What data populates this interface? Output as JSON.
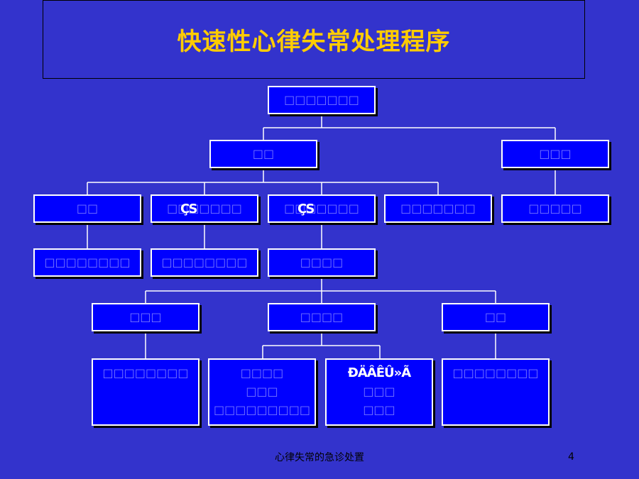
{
  "title": "快速性心律失常处理程序",
  "nodes": {
    "root": "□□□□□□□",
    "l1_left": "□□",
    "l1_right": "□□□",
    "l2_a": "□□",
    "l2_b": "□□□□□□□",
    "l2_b_overlay": "ÇS",
    "l2_c": "□□□□□□□",
    "l2_c_overlay": "ÇS",
    "l2_d": "□□□□□□□",
    "l2_e": "□□□□□",
    "l3_a": "□□□□□□□□",
    "l3_b": "□□□□□□□□",
    "l3_c": "□□□□",
    "l4_a": "□□□",
    "l4_b": "□□□□",
    "l4_c": "□□",
    "l5_a": "□□□□□□□□",
    "l5_b_line1": "□□□□",
    "l5_b_line2": "□□□",
    "l5_b_line3": "□□□□□□□□□",
    "l5_c_line1": "ÐÄÂÊÛ»Ã",
    "l5_c_line2": "□□□",
    "l5_c_line3": "□□□",
    "l5_d": "□□□□□□□□"
  },
  "footer": {
    "caption": "心律失常的急诊处置",
    "page_number": "4"
  }
}
